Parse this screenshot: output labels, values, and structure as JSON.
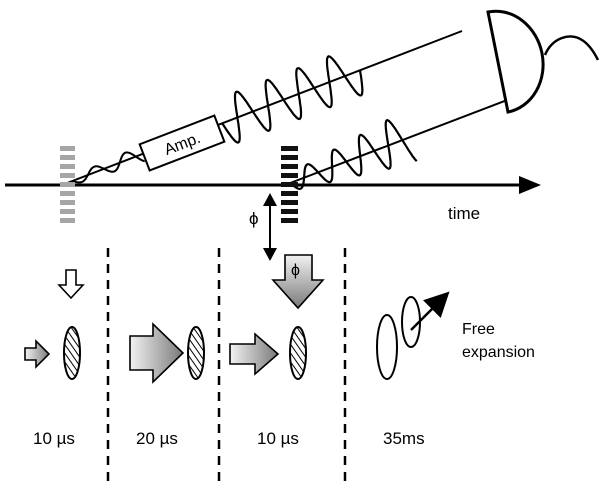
{
  "labels": {
    "amp": "Amp.",
    "time": "time",
    "phi_side": "ϕ",
    "phi_arrow": "ϕ",
    "free_line1": "Free",
    "free_line2": "expansion"
  },
  "stages": [
    {
      "duration": "10 µs"
    },
    {
      "duration": "20 µs"
    },
    {
      "duration": "10 µs"
    },
    {
      "duration": "35ms"
    }
  ],
  "colors": {
    "ink": "#000000",
    "grating_light": "#a6a6a6",
    "grating_dark": "#111111",
    "arrow_gradient_light": "#f2f2f2",
    "arrow_gradient_dark": "#7a7a7a"
  }
}
